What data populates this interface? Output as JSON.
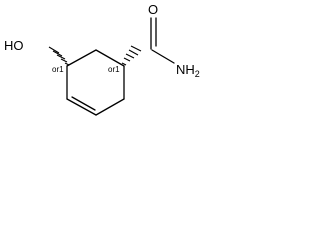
{
  "molecule": {
    "labels": {
      "hydroxyl": "HO",
      "carbonyl_oxygen": "O",
      "amide_nitrogen": "NH",
      "amide_nitrogen_subscript": "2",
      "stereo_left": "or1",
      "stereo_right": "or1"
    }
  }
}
